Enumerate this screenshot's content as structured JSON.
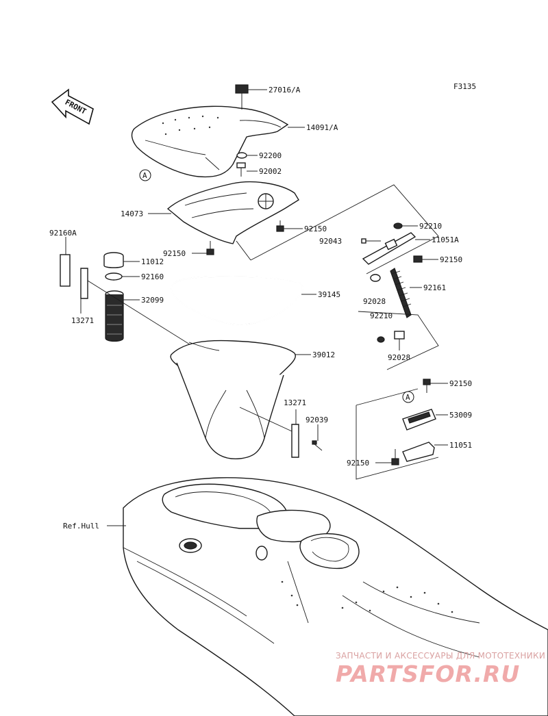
{
  "figure_code": "F3135",
  "front_label": "FRONT",
  "callout_marker": "A",
  "part_labels": {
    "p27016A": "27016/A",
    "p14091A": "14091/A",
    "p92200": "92200",
    "p92002": "92002",
    "p14073": "14073",
    "p92150_seat": "92150",
    "p92150_left": "92150",
    "p92043": "92043",
    "p92210_top": "92210",
    "p11051A": "11051A",
    "p92150_right": "92150",
    "p92160A": "92160A",
    "p11012": "11012",
    "p92160": "92160",
    "p32099": "32099",
    "p13271_left": "13271",
    "p39145": "39145",
    "p92028_top": "92028",
    "p92161": "92161",
    "p92210_mid": "92210",
    "p92028_bot": "92028",
    "p39012": "39012",
    "p13271_right": "13271",
    "p92039": "92039",
    "p92150_latch_top": "92150",
    "p53009": "53009",
    "p11051": "11051",
    "p92150_latch_bot": "92150",
    "ref_hull": "Ref.Hull"
  },
  "watermark": {
    "tagline": "ЗАПЧАСТИ И АКСЕССУАРЫ ДЛЯ МОТОТЕХНИКИ",
    "brand": "PARTSFOR.RU"
  }
}
